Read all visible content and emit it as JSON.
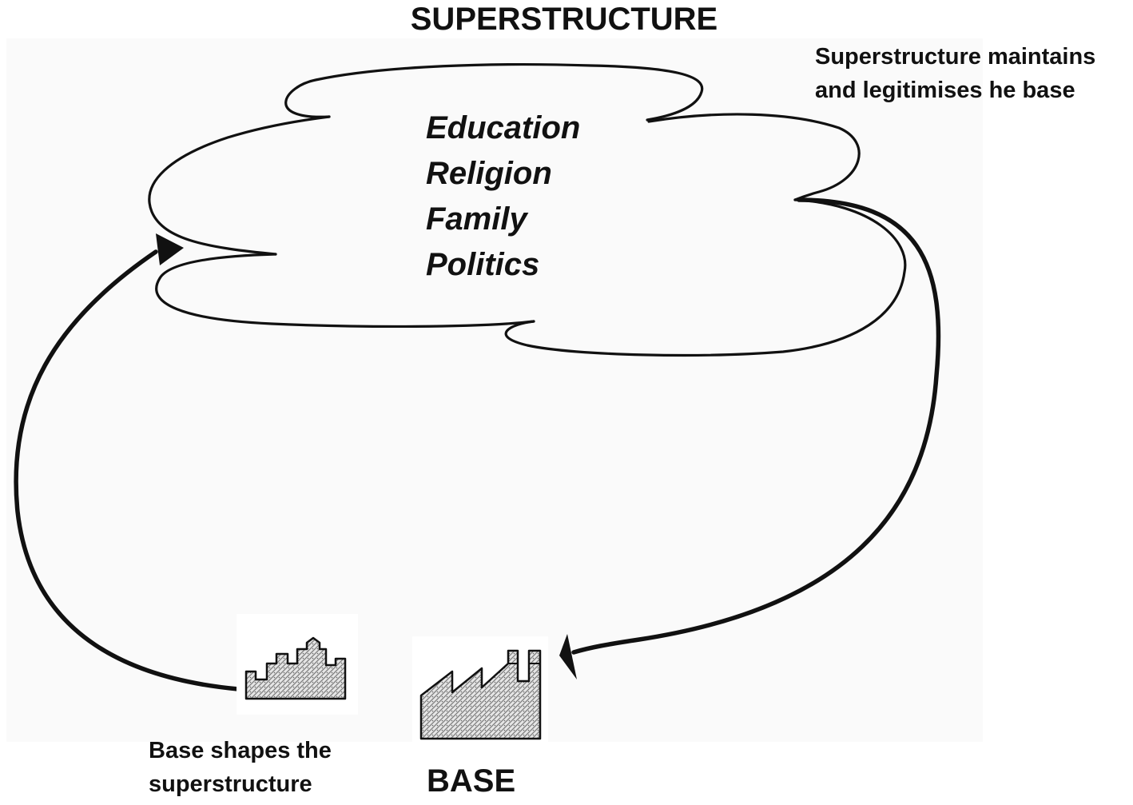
{
  "title": "SUPERSTRUCTURE",
  "superstructure_items": [
    "Education",
    "Religion",
    "Family",
    "Politics"
  ],
  "annotation_right": [
    "Superstructure maintains",
    "and legitimises he base"
  ],
  "annotation_left": [
    "Base shapes the",
    "superstructure"
  ],
  "base_label": "BASE",
  "icons": {
    "city": "city-skyline-icon",
    "factory": "factory-icon"
  },
  "colors": {
    "ink": "#111111",
    "hatch": "#777777",
    "background": "#fafafa"
  }
}
